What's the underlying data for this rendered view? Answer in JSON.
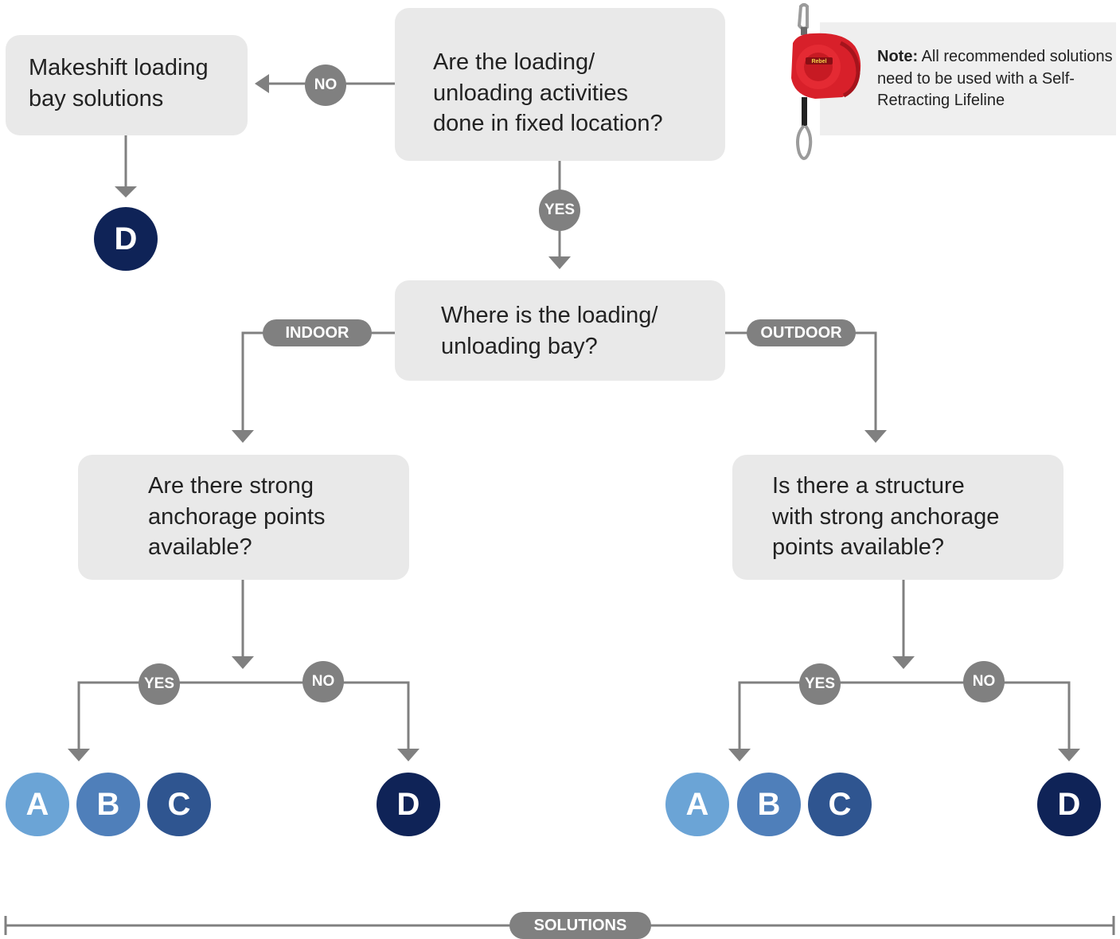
{
  "boxes": {
    "makeshift": "Makeshift loading\nbay solutions",
    "fixed_location": "Are the loading/\nunloading activities\ndone in fixed location?",
    "where": "Where is the loading/\nunloading bay?",
    "indoor_question": "Are there strong\nanchorage points\navailable?",
    "outdoor_question": "Is there a structure\nwith strong anchorage\npoints available?"
  },
  "labels": {
    "no": "NO",
    "yes": "YES",
    "indoor": "INDOOR",
    "outdoor": "OUTDOOR",
    "solutions": "SOLUTIONS"
  },
  "solutions": {
    "a": "A",
    "b": "B",
    "c": "C",
    "d": "D"
  },
  "note": {
    "prefix": "Note:",
    "text": " All recommended solutions need to be used with a Self-Retracting Lifeline",
    "product_logo": "Rebel"
  },
  "colors": {
    "box": "#e9e9e9",
    "connector": "#808080",
    "solution_a": "#6ba4d6",
    "solution_b": "#4f7fba",
    "solution_c": "#2f5590",
    "solution_d": "#0f2357",
    "device_red": "#d8202a"
  }
}
